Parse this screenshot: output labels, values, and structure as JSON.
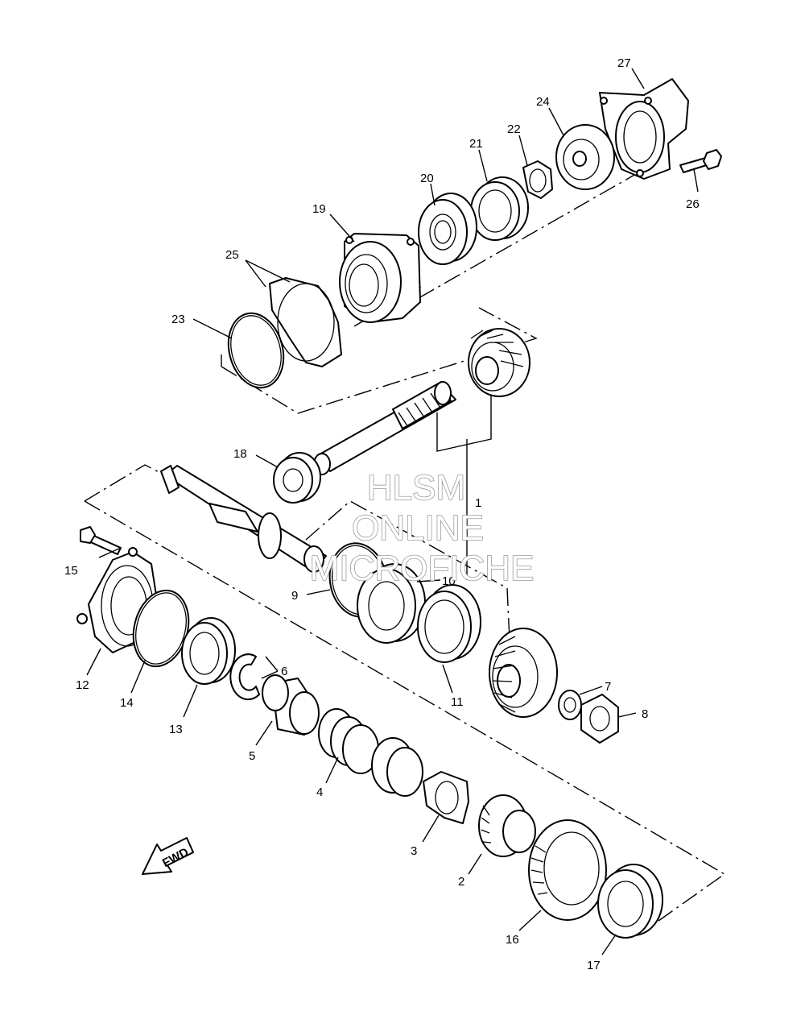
{
  "watermark": {
    "line1": "HLSM",
    "line2": "ONLINE",
    "line3": "MICROFICHE"
  },
  "fwd_label": "FWD",
  "callouts": {
    "n1": "1",
    "n2": "2",
    "n3": "3",
    "n4": "4",
    "n5": "5",
    "n6": "6",
    "n7": "7",
    "n8": "8",
    "n9": "9",
    "n10": "10",
    "n11": "11",
    "n12": "12",
    "n13": "13",
    "n14": "14",
    "n15": "15",
    "n16": "16",
    "n17": "17",
    "n18": "18",
    "n19": "19",
    "n20": "20",
    "n21": "21",
    "n22": "22",
    "n23": "23",
    "n24": "24",
    "n25": "25",
    "n26": "26",
    "n27": "27"
  }
}
